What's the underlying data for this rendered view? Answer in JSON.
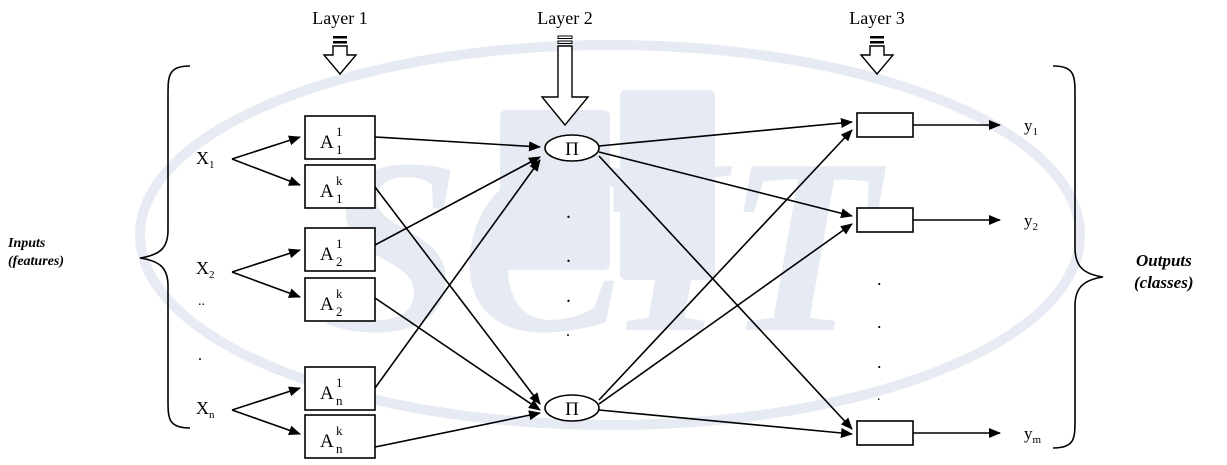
{
  "watermark_text": "SCIT",
  "layers": [
    {
      "label": "Layer 1"
    },
    {
      "label": "Layer 2"
    },
    {
      "label": "Layer 3"
    }
  ],
  "brace_labels": {
    "inputs_line1": "Inputs",
    "inputs_line2": "(features)",
    "outputs_line1": "Outputs",
    "outputs_line2": "(classes)"
  },
  "inputs": [
    {
      "base": "X",
      "sub": "1"
    },
    {
      "base": "X",
      "sub": "2"
    },
    {
      "base": "X",
      "sub": "n"
    }
  ],
  "input_dots": [
    "..",
    "."
  ],
  "membership_nodes": [
    {
      "base": "A",
      "sup": "1",
      "sub": "1"
    },
    {
      "base": "A",
      "sup": "k",
      "sub": "1"
    },
    {
      "base": "A",
      "sup": "1",
      "sub": "2"
    },
    {
      "base": "A",
      "sup": "k",
      "sub": "2"
    },
    {
      "base": "A",
      "sup": "1",
      "sub": "n"
    },
    {
      "base": "A",
      "sup": "k",
      "sub": "n"
    }
  ],
  "product_nodes": [
    {
      "symbol": "Π"
    },
    {
      "symbol": "Π"
    }
  ],
  "product_dots": [
    ".",
    ".",
    ".",
    "."
  ],
  "output_dots": [
    ".",
    ".",
    ".",
    "."
  ],
  "outputs": [
    {
      "base": "y",
      "sub": "1"
    },
    {
      "base": "y",
      "sub": "2"
    },
    {
      "base": "y",
      "sub": "m"
    }
  ]
}
